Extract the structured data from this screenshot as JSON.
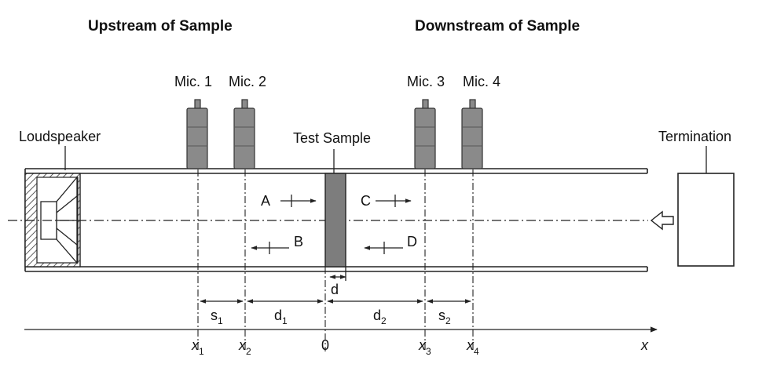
{
  "headers": {
    "upstream": "Upstream of Sample",
    "downstream": "Downstream of Sample"
  },
  "labels": {
    "loudspeaker": "Loudspeaker",
    "test_sample": "Test Sample",
    "termination": "Termination",
    "mic1": "Mic. 1",
    "mic2": "Mic. 2",
    "mic3": "Mic. 3",
    "mic4": "Mic. 4"
  },
  "waves": {
    "a": "A",
    "b": "B",
    "c": "C",
    "d": "D"
  },
  "dimensions": {
    "s1_base": "s",
    "s1_sub": "1",
    "d1_base": "d",
    "d1_sub": "1",
    "d_sample": "d",
    "d2_base": "d",
    "d2_sub": "2",
    "s2_base": "s",
    "s2_sub": "2"
  },
  "axis": {
    "x1_base": "x",
    "x1_sub": "1",
    "x2_base": "x",
    "x2_sub": "2",
    "zero": "0",
    "x3_base": "x",
    "x3_sub": "3",
    "x4_base": "x",
    "x4_sub": "4",
    "x_label": "x"
  },
  "colors": {
    "mic_fill": "#8a8a8a",
    "sample_fill": "#7d7d7d",
    "line": "#222222"
  }
}
